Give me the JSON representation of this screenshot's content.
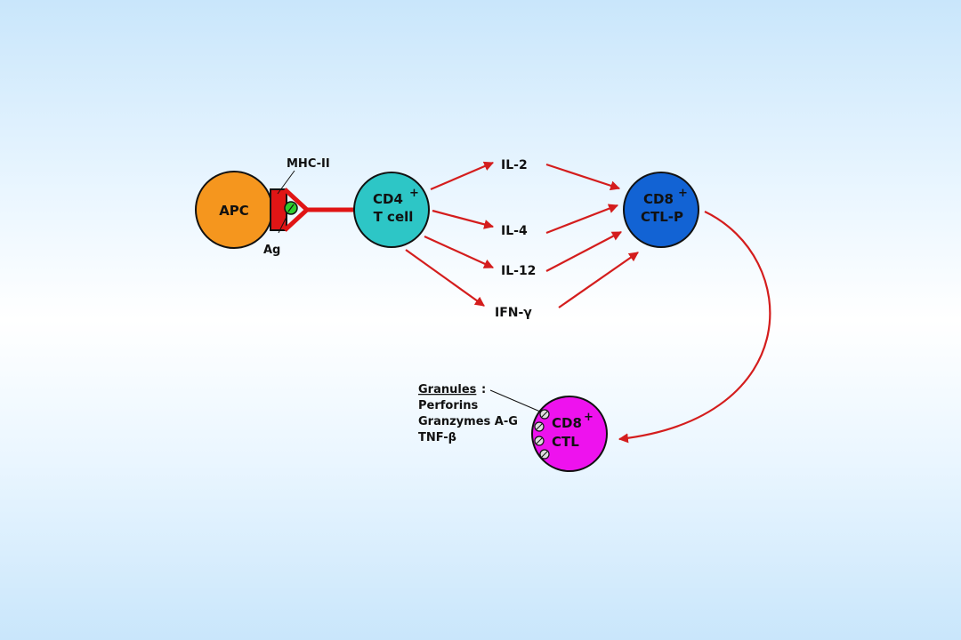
{
  "diagram": {
    "colors": {
      "apc": "#f5961e",
      "cd4": "#2dc6c6",
      "cd8p": "#1263d4",
      "ctl": "#ee12ee",
      "arrow": "#d41d1d",
      "receptor": "#e01515",
      "antigen": "#2ecc2e"
    },
    "nodes": {
      "apc": {
        "label": "APC"
      },
      "mhc": {
        "label": "MHC-II"
      },
      "ag": {
        "label": "Ag"
      },
      "cd4": {
        "line1": "CD4",
        "sup": "+",
        "line2": "T cell"
      },
      "cd8p": {
        "line1": "CD8",
        "sup": "+",
        "line2": "CTL-P"
      },
      "ctl": {
        "line1": "CD8",
        "sup": "+",
        "line2": "CTL"
      }
    },
    "cytokines": [
      {
        "label": "IL-2"
      },
      {
        "label": "IL-4"
      },
      {
        "label": "IL-12"
      },
      {
        "label": "IFN-γ"
      }
    ],
    "granules": {
      "title": "Granules",
      "colon": ":",
      "items": [
        "Perforins",
        "Granzymes A-G",
        "TNF-β"
      ]
    }
  }
}
